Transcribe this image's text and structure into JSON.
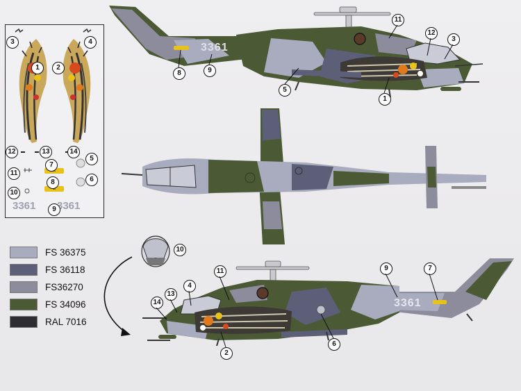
{
  "registration": "3361",
  "decal_sheet": {
    "registration_left": "3361",
    "registration_right": "3361",
    "callouts": [
      "1",
      "2",
      "3",
      "4",
      "5",
      "6",
      "7",
      "8",
      "9",
      "10",
      "11",
      "12",
      "13",
      "14"
    ]
  },
  "side_view_top": {
    "registration": "3361",
    "callouts": [
      "11",
      "12",
      "3",
      "8",
      "9",
      "5",
      "1"
    ]
  },
  "side_view_bottom": {
    "registration": "3361",
    "callouts": [
      "11",
      "4",
      "13",
      "14",
      "2",
      "6",
      "9",
      "7"
    ]
  },
  "detail_callout": "10",
  "legend": [
    {
      "label": "FS 36375",
      "color": "#a9abbf"
    },
    {
      "label": "FS 36118",
      "color": "#5d5f78"
    },
    {
      "label": "FS36270",
      "color": "#8d8c9d"
    },
    {
      "label": "FS 34096",
      "color": "#4b5a34"
    },
    {
      "label": "RAL 7016",
      "color": "#2e2e32"
    }
  ],
  "colors": {
    "light_grey": "#a9abbf",
    "blue_grey": "#5d5f78",
    "mid_grey": "#8d8c9d",
    "olive": "#4b5a34",
    "anthracite": "#2e2e32",
    "decal_yellow": "#e8c21a",
    "decal_orange": "#e07a1c"
  }
}
